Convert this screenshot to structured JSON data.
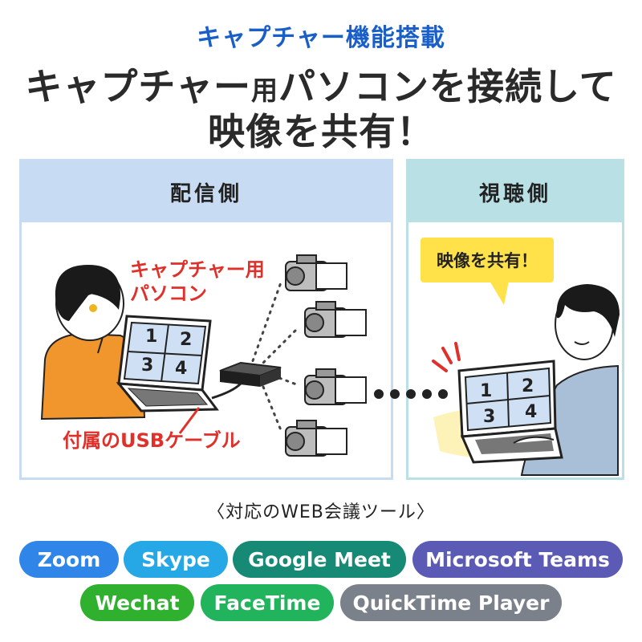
{
  "header": {
    "subtitle": "キャプチャー機能搭載",
    "line1_a": "キャプチャー",
    "line1_small": "用",
    "line1_b": "パソコンを接続して",
    "line2": "映像を共有！"
  },
  "sender": {
    "title": "配信側",
    "pc_label_line1": "キャプチャー用",
    "pc_label_line2": "パソコン",
    "cable_label": "付属のUSBケーブル",
    "screen_numbers": [
      "1",
      "2",
      "3",
      "4"
    ]
  },
  "viewer": {
    "title": "視聴側",
    "bubble": "映像を共有！",
    "screen_numbers": [
      "1",
      "2",
      "3",
      "4"
    ]
  },
  "tools": {
    "title": "〈対応のWEB会議ツール〉",
    "items": [
      {
        "label": "Zoom",
        "color": "#2f86e8"
      },
      {
        "label": "Skype",
        "color": "#27a8e6"
      },
      {
        "label": "Google Meet",
        "color": "#168a74"
      },
      {
        "label": "Microsoft Teams",
        "color": "#5b5bb5"
      },
      {
        "label": "Wechat",
        "color": "#2fb12f"
      },
      {
        "label": "FaceTime",
        "color": "#22b35d"
      },
      {
        "label": "QuickTime Player",
        "color": "#7b818a"
      }
    ]
  },
  "colors": {
    "accent_blue": "#1a5fc8",
    "label_red": "#e0302a",
    "sender_panel": "#c7dbf3",
    "viewer_panel": "#b8e0e5",
    "bubble_yellow": "#ffe14a"
  }
}
